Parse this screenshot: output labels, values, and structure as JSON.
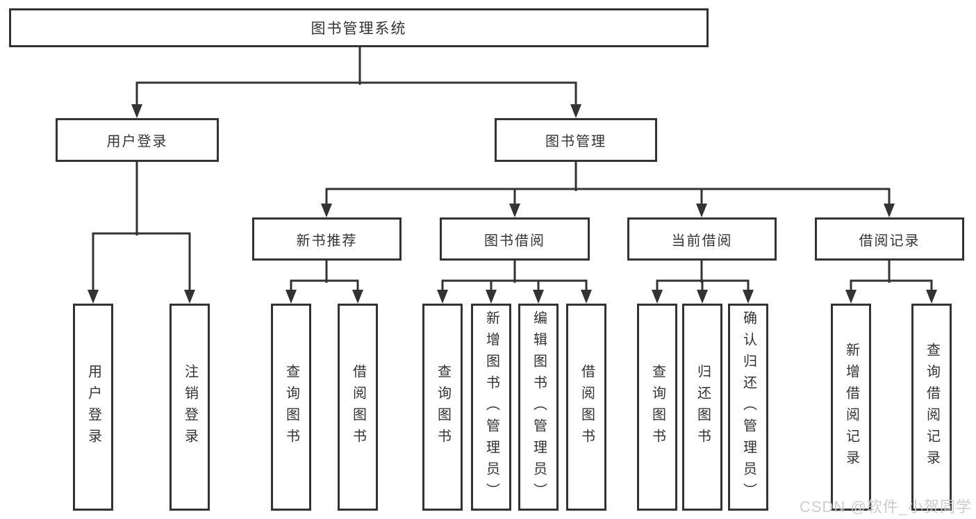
{
  "title": "图书管理系统",
  "watermark": "CSDN @软件_小贺同学",
  "colors": {
    "line": "#333333",
    "box_border": "#323232",
    "text": "#333333",
    "watermark": "#c9c9c9",
    "background": "#ffffff"
  },
  "tree": {
    "root": "图书管理系统",
    "branches": [
      {
        "label": "用户登录",
        "children": [
          "用户登录",
          "注销登录"
        ]
      },
      {
        "label": "图书管理",
        "sub_branches": [
          {
            "label": "新书推荐",
            "children": [
              "查询图书",
              "借阅图书"
            ]
          },
          {
            "label": "图书借阅",
            "children": [
              "查询图书",
              "新增图书（管理员）",
              "编辑图书（管理员）",
              "借阅图书"
            ]
          },
          {
            "label": "当前借阅",
            "children": [
              "查询图书",
              "归还图书",
              "确认归还（管理员）"
            ]
          },
          {
            "label": "借阅记录",
            "children": [
              "新增借阅记录",
              "查询借阅记录"
            ]
          }
        ]
      }
    ]
  }
}
